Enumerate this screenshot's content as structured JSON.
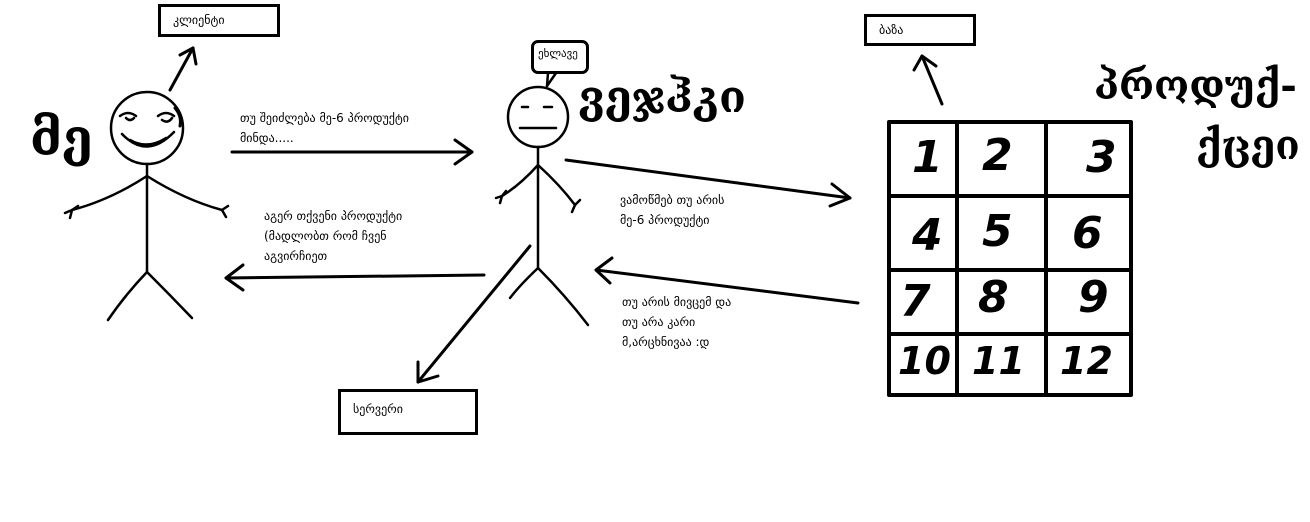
{
  "boxes": {
    "client": "კლიენტი",
    "db": "ბაზა",
    "server": "სერვერი"
  },
  "bubble": {
    "text": "ეხლავე"
  },
  "handwritten": {
    "me": "მე",
    "waiter": "ვეჯჰკი",
    "product_line1": "პროდუქ-",
    "product_line2": "ქცეი"
  },
  "messages": {
    "request": [
      "თუ შეიძლება მე-6 პროდუქტი",
      "მინდა....."
    ],
    "reply": [
      "აგერ თქვენი პროდუქტი",
      "(მადლობთ რომ ჩვენ",
      "აგვირჩიეთ"
    ],
    "check": [
      "ვამოწმებ თუ არის",
      "მე-6 პროდუქტი"
    ],
    "answer": [
      "თუ არის მივცემ და",
      "თუ არა კარი",
      "მ,არცხნივაა :დ"
    ]
  },
  "grid": {
    "cells": [
      "1",
      "2",
      "3",
      "4",
      "5",
      "6",
      "7",
      "8",
      "9",
      "10",
      "11",
      "12"
    ]
  }
}
